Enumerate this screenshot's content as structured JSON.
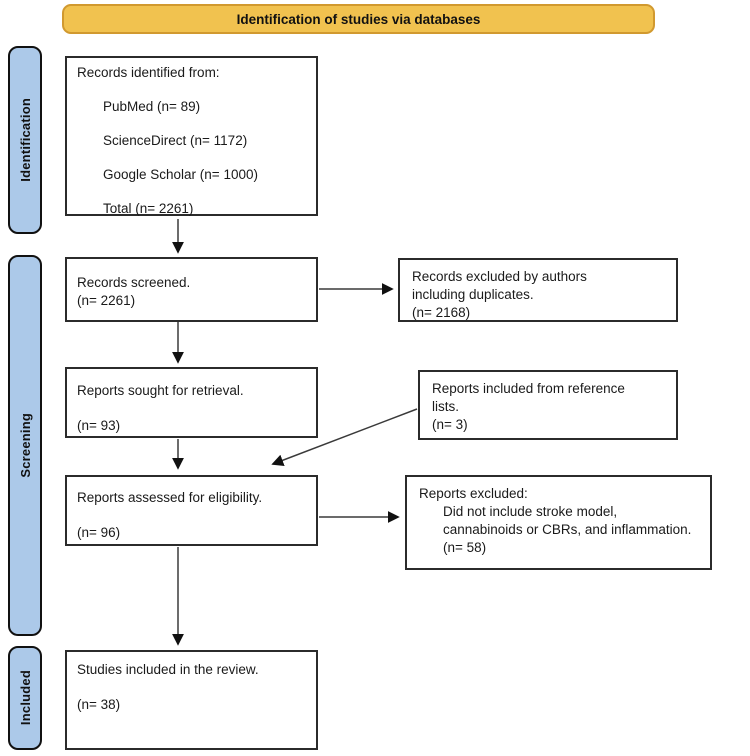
{
  "banner": {
    "label": "Identification of studies via databases"
  },
  "stages": [
    {
      "label": "Identification"
    },
    {
      "label": "Screening"
    },
    {
      "label": "Included"
    }
  ],
  "boxes": {
    "records_identified": {
      "title": "Records identified from:",
      "items": [
        "PubMed (n= 89)",
        "ScienceDirect (n= 1172)",
        "Google Scholar (n= 1000)",
        "Total (n= 2261)"
      ]
    },
    "records_screened": {
      "lines": [
        "Records screened.",
        "(n= 2261)"
      ]
    },
    "records_excluded": {
      "lines": [
        "Records excluded by authors",
        "including duplicates.",
        "(n= 2168)"
      ]
    },
    "reports_sought": {
      "lines": [
        "Reports sought for retrieval.",
        "(n= 93)"
      ]
    },
    "reports_from_reference_lists": {
      "lines": [
        "Reports included from reference",
        "lists.",
        "(n= 3)"
      ]
    },
    "reports_assessed": {
      "lines": [
        "Reports assessed for eligibility.",
        "(n= 96)"
      ]
    },
    "reports_excluded": {
      "title": "Reports excluded:",
      "detail_lines": [
        "Did not include stroke model,",
        "cannabinoids or CBRs, and inflammation.",
        "(n= 58)"
      ]
    },
    "studies_included": {
      "lines": [
        "Studies included in the review.",
        "(n= 38)"
      ]
    }
  },
  "colors": {
    "banner_fill": "#F1C24F",
    "banner_border": "#D1992F",
    "stage_fill": "#ACC9E9",
    "box_border": "#2b2b2b",
    "arrow": "#3a3a3a"
  }
}
